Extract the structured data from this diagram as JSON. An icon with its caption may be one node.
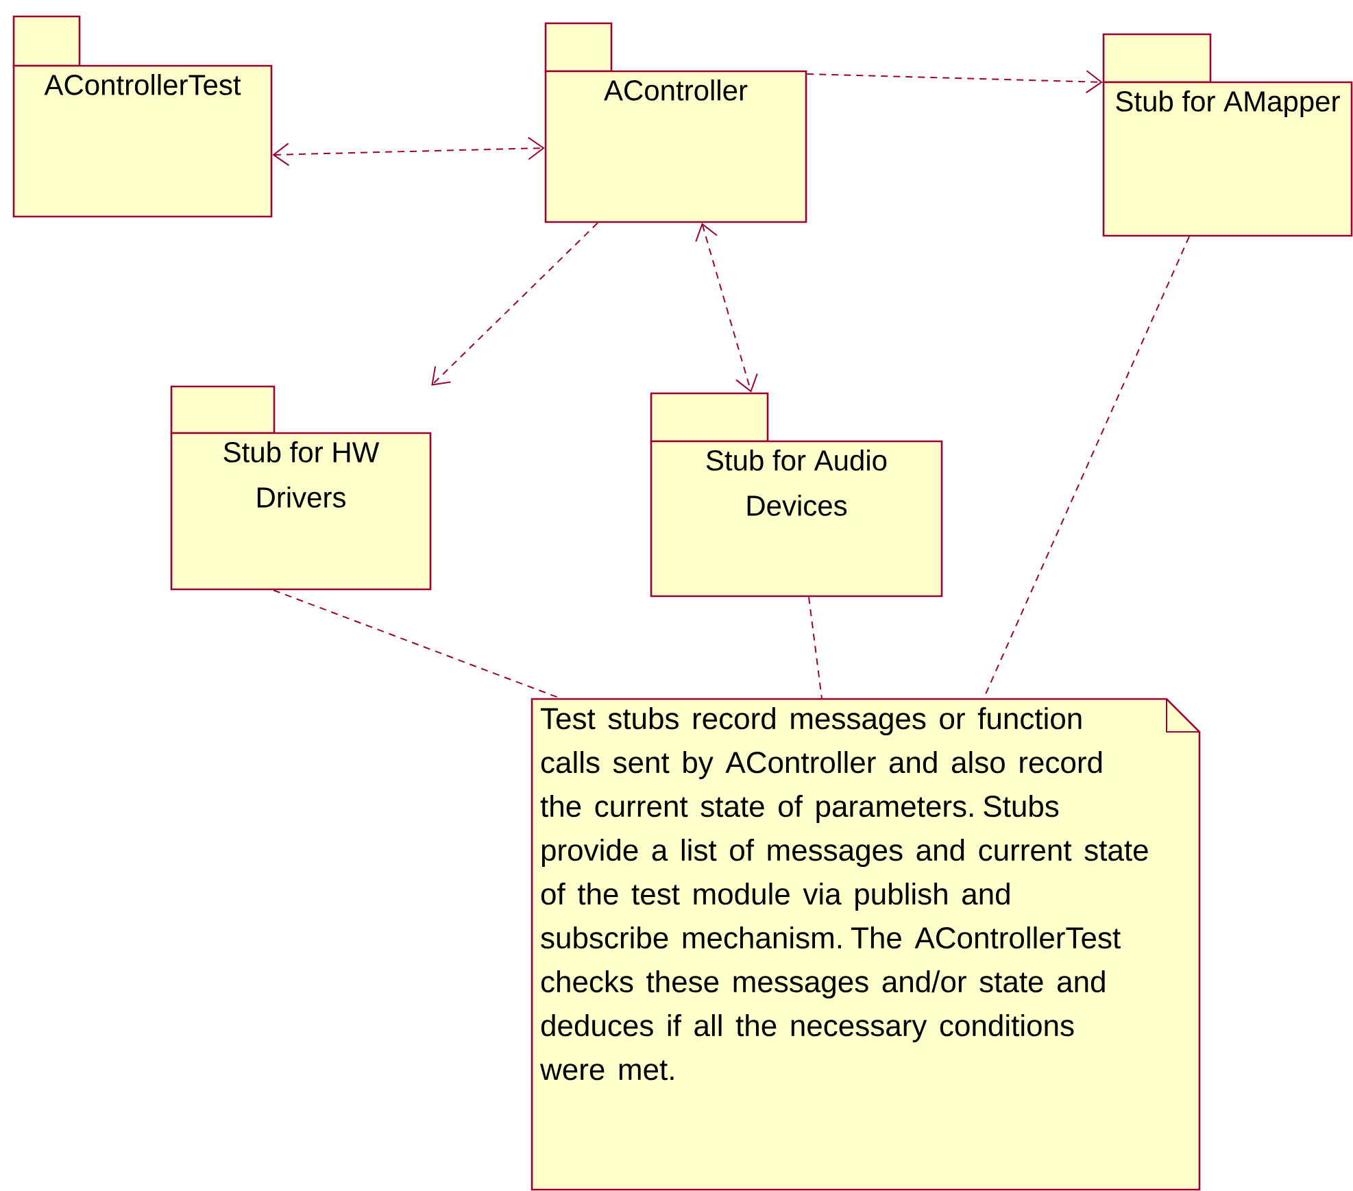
{
  "diagram": {
    "nodes": [
      {
        "text": [
          "AControllerTest"
        ]
      },
      {
        "text": [
          "AController"
        ]
      },
      {
        "text": [
          "Stub for AMapper"
        ]
      },
      {
        "text": [
          "Stub for HW Drivers"
        ]
      },
      {
        "text": [
          "Stub for Audio Devices"
        ]
      },
      {
        "text": [
          "Test stubs record messages or function calls sent by AController and also record the current state of parameters. Stubs provide a list of messages and current state of the test module via publish and subscribe mechanism. The AControllerTest checks these messages and/or state and deduces if all the necessary conditions were met."
        ]
      }
    ],
    "edges": [
      {
        "from": 0,
        "to": 1,
        "arrow": "both",
        "style": "dashed"
      },
      {
        "from": 1,
        "to": 2,
        "arrow": "to",
        "style": "dashed"
      },
      {
        "from": 1,
        "to": 3,
        "arrow": "to",
        "style": "dashed"
      },
      {
        "from": 1,
        "to": 4,
        "arrow": "both",
        "style": "dashed"
      },
      {
        "from": 3,
        "to": 5,
        "arrow": "none",
        "style": "dashed"
      },
      {
        "from": 4,
        "to": 5,
        "arrow": "none",
        "style": "dashed"
      },
      {
        "from": 2,
        "to": 5,
        "arrow": "none",
        "style": "dashed"
      }
    ]
  }
}
